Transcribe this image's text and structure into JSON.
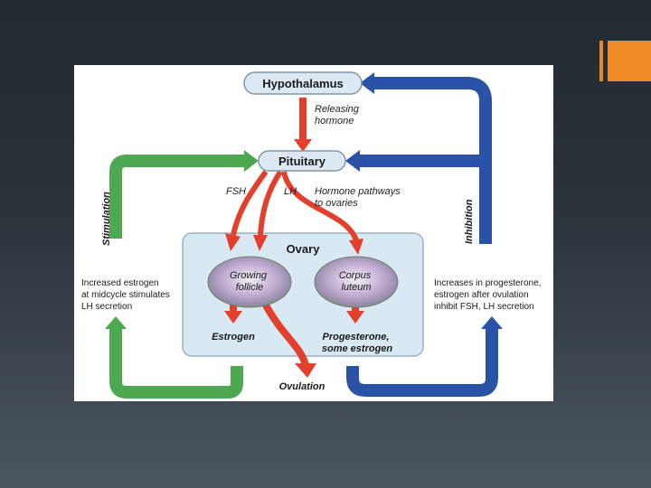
{
  "colors": {
    "accent": "#f08a24",
    "accent_line": "#e8862a",
    "green": "#4ea852",
    "blue": "#2a53a8",
    "red": "#e2402c",
    "ovary_fill": "#d9e9f3",
    "pill_fill": "#dce8f2"
  },
  "diagram": {
    "hypothalamus": "Hypothalamus",
    "releasing_hormone": [
      "Releasing",
      "hormone"
    ],
    "pituitary": "Pituitary",
    "fsh": "FSH",
    "lh": "LH",
    "hormone_pathways": [
      "Hormone pathways",
      "to ovaries"
    ],
    "ovary": "Ovary",
    "growing_follicle": [
      "Growing",
      "follicle"
    ],
    "corpus_luteum": [
      "Corpus",
      "luteum"
    ],
    "estrogen": "Estrogen",
    "progesterone": [
      "Progesterone,",
      "some estrogen"
    ],
    "ovulation": "Ovulation",
    "stimulation": "Stimulation",
    "inhibition": "Inhibition",
    "stimulation_note": [
      "Increased estrogen",
      "at midcycle stimulates",
      "LH secretion"
    ],
    "inhibition_note": [
      "Increases in progesterone,",
      "estrogen after ovulation",
      "inhibit FSH, LH secretion"
    ]
  }
}
